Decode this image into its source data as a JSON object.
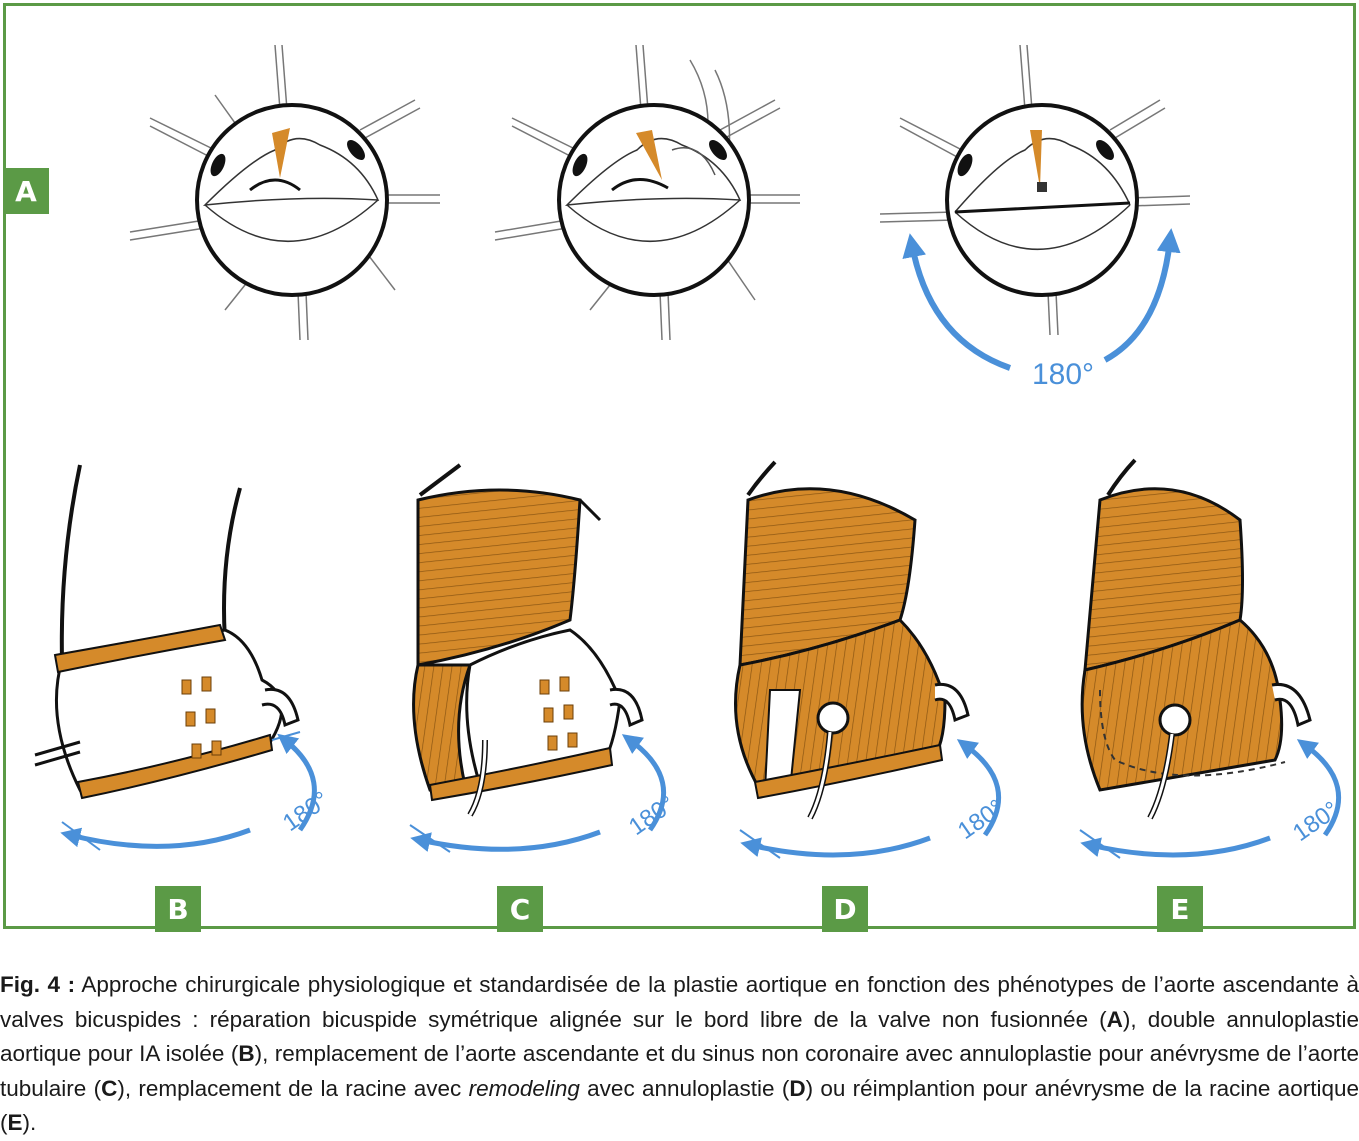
{
  "panels": {
    "a": "A",
    "b": "B",
    "c": "C",
    "d": "D",
    "e": "E"
  },
  "angles": {
    "a": "180°",
    "b": "180°",
    "c": "180°",
    "d": "180°",
    "e": "180°"
  },
  "colors": {
    "frame": "#5b9a46",
    "tissue": "#d58a2a",
    "arrow": "#4a90d9"
  },
  "caption": {
    "fig_label": "Fig. 4 :",
    "part1": " Approche chirurgicale physiologique et standardisée de la plastie aortique en fonction des phénotypes de l’aorte ascendante à valves bicuspides : réparation bicuspide symétrique alignée sur le bord libre de la valve non fusionnée (",
    "ref_a": "A",
    "part2": "), double annuloplastie aortique pour IA isolée (",
    "ref_b": "B",
    "part3": "), remplacement de l’aorte ascendante et du sinus non coronaire avec annuloplastie pour anévrysme de l’aorte tubulaire (",
    "ref_c": "C",
    "part4": "), remplacement de la racine avec ",
    "italic": "remodeling",
    "part5": " avec annuloplastie (",
    "ref_d": "D",
    "part6": ") ou réimplantion pour anévrysme de la racine aortique (",
    "ref_e": "E",
    "part7": ")."
  }
}
